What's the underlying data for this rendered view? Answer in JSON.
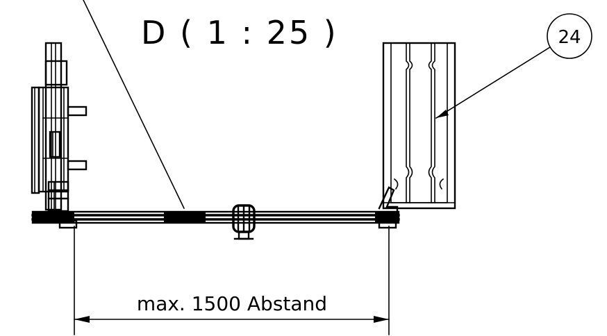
{
  "detail_title": "D ( 1 : 25 )",
  "balloon_number": "24",
  "dimension_label": "max. 1500 Abstand"
}
